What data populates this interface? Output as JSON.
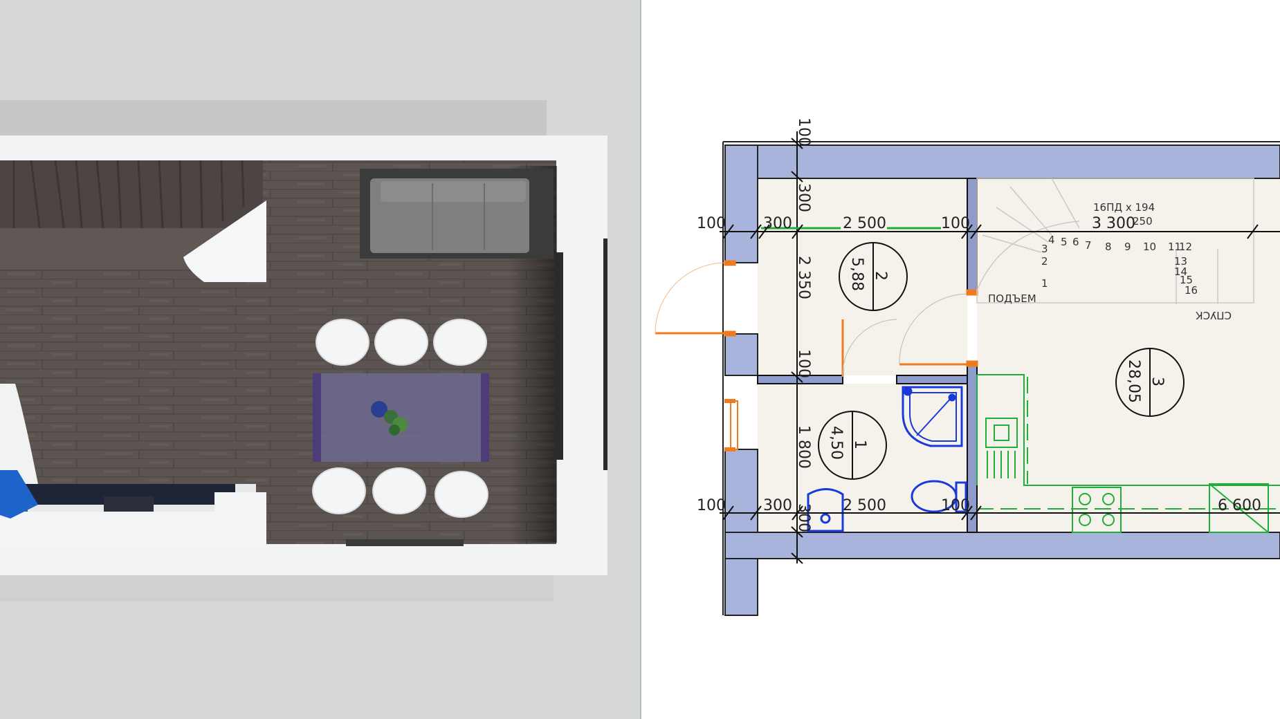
{
  "colors": {
    "wall_fill": "#a9b4dc",
    "room_fill": "#f4f2ea",
    "fixture_blue": "#1a39d9",
    "kitchen_green": "#1fae3a",
    "door_orange": "#f07a1e",
    "render_floor": "#5b5552",
    "render_wall": "#f3f4f5"
  },
  "plan": {
    "dims_top": {
      "left_100": "100",
      "seg_300": "300",
      "seg_2500": "2 500",
      "right_100": "100",
      "span_3300": "3 300"
    },
    "dims_bottom": {
      "left_100": "100",
      "seg_300": "300",
      "seg_2500": "2 500",
      "right_100": "100",
      "span_6600": "6 600"
    },
    "dims_vertical": {
      "top_100": "100",
      "seg_300": "300",
      "seg_2350": "2 350",
      "mid_100": "100",
      "seg_1800": "1 800",
      "bottom_300": "300"
    },
    "stair": {
      "spec": "16ПД х 194",
      "tread": "250",
      "up_label": "ПОДЪЕМ",
      "down_label": "СПУСК",
      "steps": [
        "1",
        "2",
        "3",
        "4",
        "5",
        "6",
        "7",
        "8",
        "9",
        "10",
        "11",
        "12",
        "13",
        "14",
        "15",
        "16"
      ]
    },
    "rooms": [
      {
        "number": "2",
        "area": "5,88"
      },
      {
        "number": "1",
        "area": "4,50"
      },
      {
        "number": "3",
        "area": "28,05"
      }
    ]
  }
}
